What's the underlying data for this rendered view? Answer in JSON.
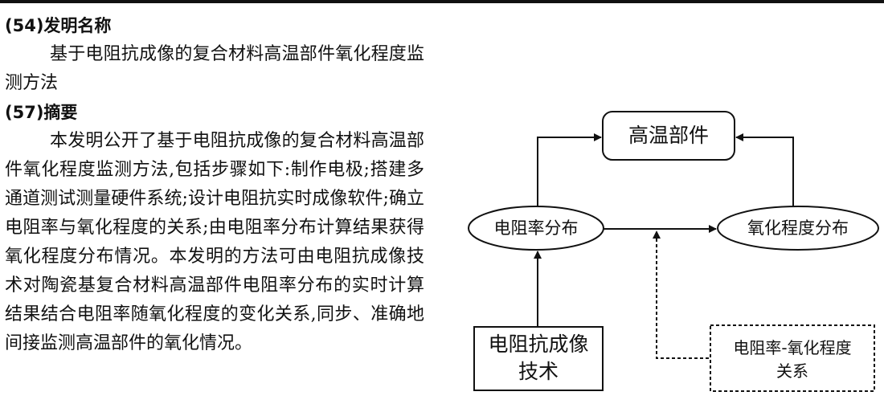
{
  "title_section": {
    "heading": "(54)发明名称",
    "text": "基于电阻抗成像的复合材料高温部件氧化程度监测方法"
  },
  "abstract_section": {
    "heading": "(57)摘要",
    "text": "本发明公开了基于电阻抗成像的复合材料高温部件氧化程度监测方法,包括步骤如下:制作电极;搭建多通道测试测量硬件系统;设计电阻抗实时成像软件;确立电阻率与氧化程度的关系;由电阻率分布计算结果获得氧化程度分布情况。本发明的方法可由电阻抗成像技术对陶瓷基复合材料高温部件电阻率分布的实时计算结果结合电阻率随氧化程度的变化关系,同步、准确地间接监测高温部件的氧化情况。"
  },
  "diagram": {
    "high_temp_component": "高温部件",
    "resistivity_distribution": "电阻率分布",
    "oxidation_distribution": "氧化程度分布",
    "eit_technique_line1": "电阻抗成像",
    "eit_technique_line2": "技术",
    "relation_line1": "电阻率-氧化程度",
    "relation_line2": "关系"
  }
}
